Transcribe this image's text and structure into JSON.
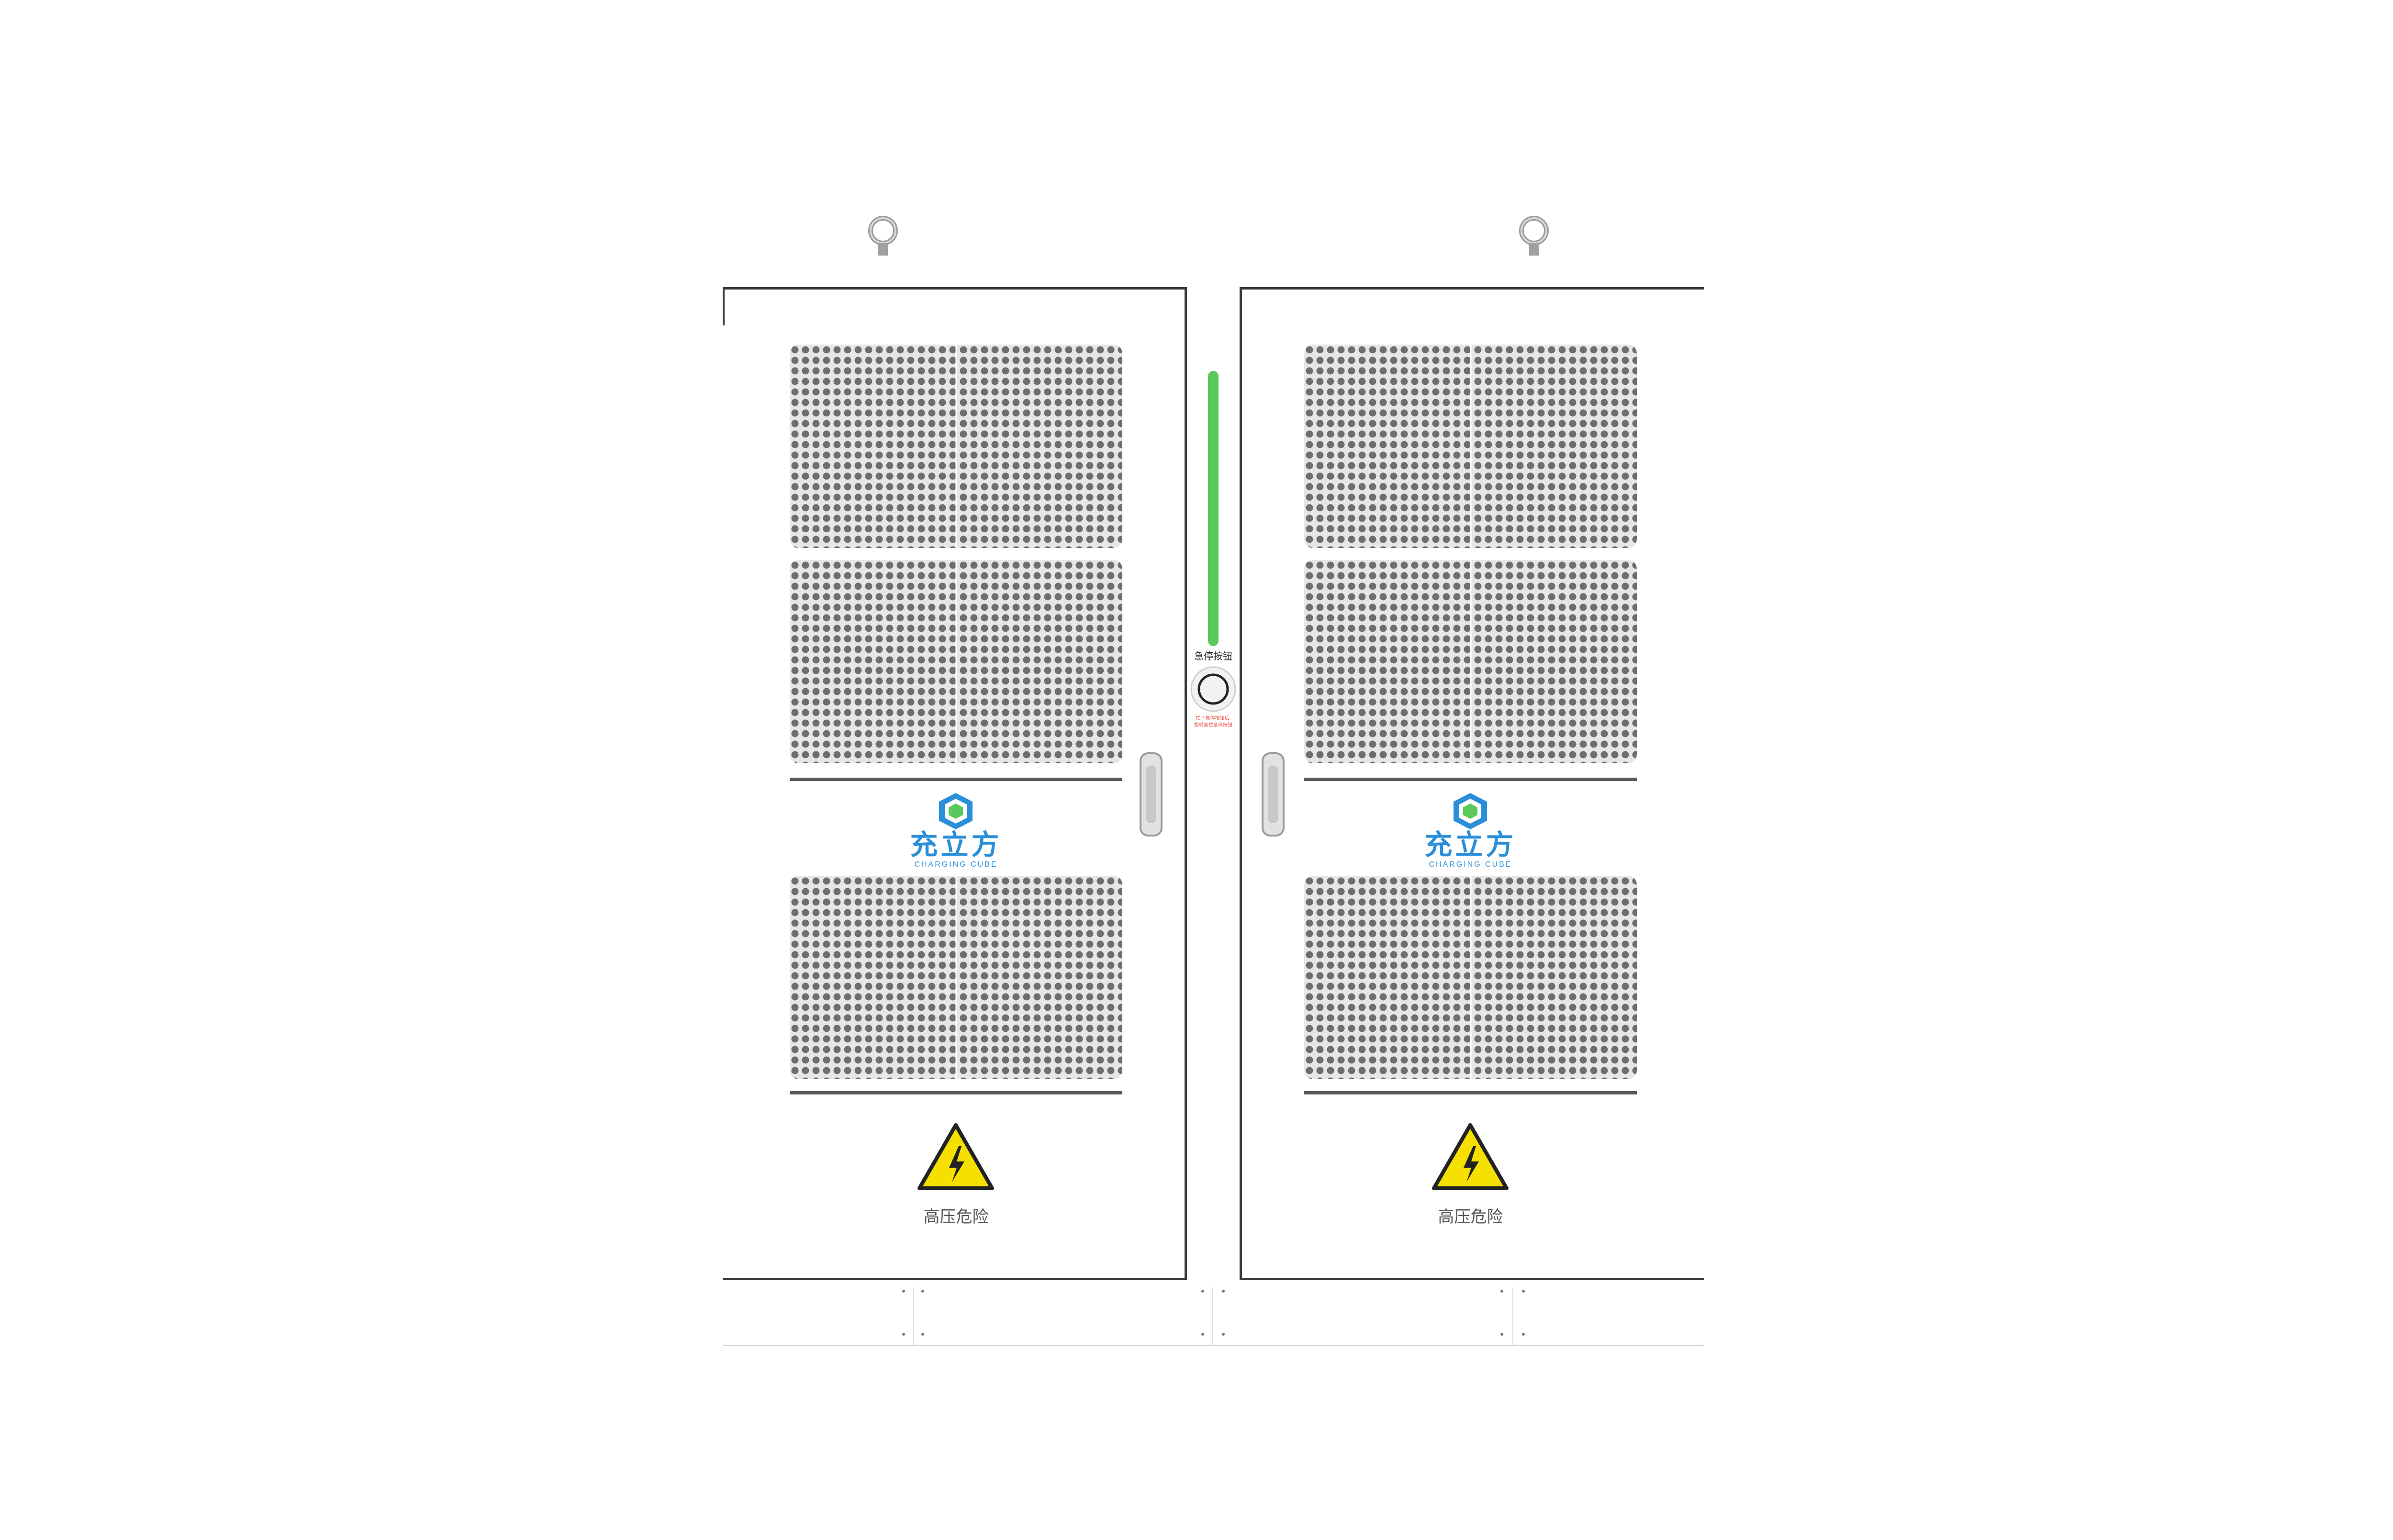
{
  "cabinet": {
    "brand_cn": "充立方",
    "brand_en": "CHARGING CUBE",
    "warning_text": "高压危险",
    "estop_label": "急停按钮",
    "estop_note_line1": "拍下急停按钮后,",
    "estop_note_line2": "旋转复位急停按钮",
    "colors": {
      "led": "#5ac85a",
      "brand": "#2a8fd8",
      "warning_yellow": "#f5e000",
      "frame": "#3a3a3a"
    },
    "icons": [
      "eyebolt-icon",
      "vent-grill-icon",
      "cube-logo-icon",
      "high-voltage-warning-icon",
      "door-handle-icon",
      "estop-button-icon"
    ]
  }
}
